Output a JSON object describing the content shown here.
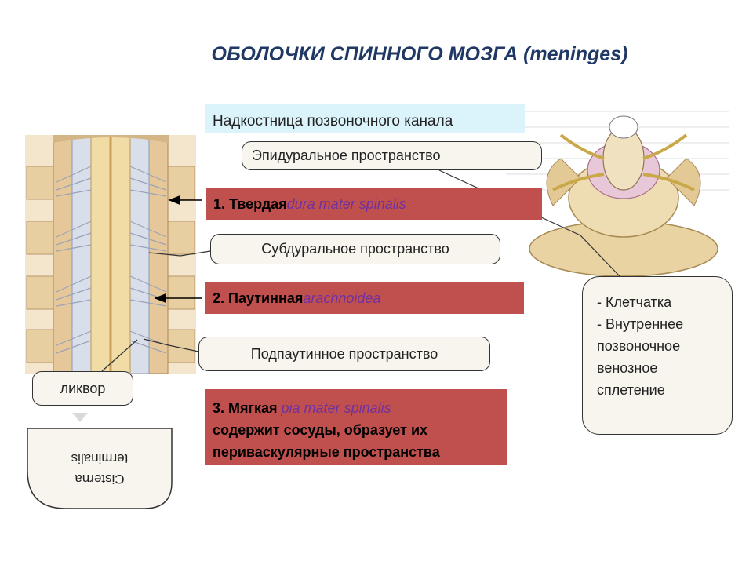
{
  "title": "ОБОЛОЧКИ СПИННОГО МОЗГА (meninges)",
  "labels": {
    "periosteum": "Надкостница позвоночного канала",
    "epidural": "Эпидуральное пространство",
    "subdural": "Субдуральное пространство",
    "subarachnoid": "Подпаутинное пространство",
    "liquor": "ликвор",
    "cisterna_line1": "Cisterna",
    "cisterna_line2": "terminalis"
  },
  "layers": {
    "dura_prefix": "1. Твердая ",
    "dura_latin": "dura mater spinalis",
    "arachnoid_prefix": "2. Паутинная ",
    "arachnoid_latin": "arachnoidea",
    "pia_prefix": "3. Мягкая ",
    "pia_latin": "pia mater spinalis",
    "pia_line2": "содержит сосуды, образует их",
    "pia_line3": "периваскулярные пространства"
  },
  "callout": {
    "line1": "- Клетчатка",
    "line2": "- Внутреннее",
    "line3": "позвоночное",
    "line4": "венозное",
    "line5": "сплетение"
  },
  "colors": {
    "title": "#1f3864",
    "layer_box": "#c0504d",
    "latin_text": "#7030a0",
    "label_box": "#dbf3fb"
  }
}
